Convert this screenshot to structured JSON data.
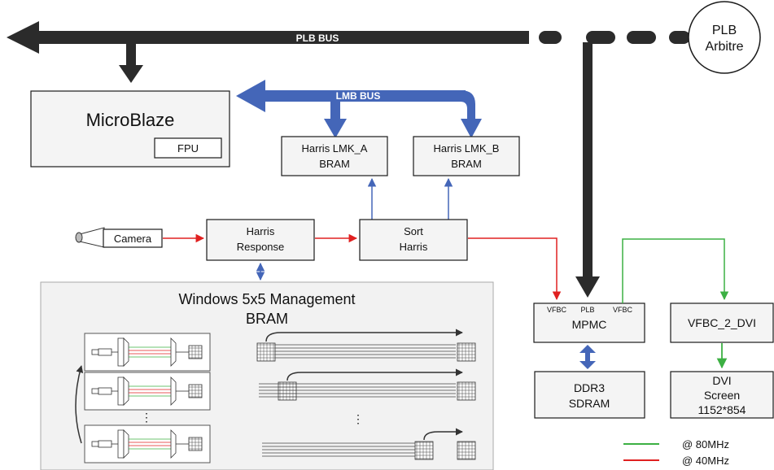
{
  "buses": {
    "plb": "PLB BUS",
    "lmb": "LMB BUS"
  },
  "arbiter": {
    "line1": "PLB",
    "line2": "Arbitre"
  },
  "blocks": {
    "microblaze": "MicroBlaze",
    "fpu": "FPU",
    "lmk_a": {
      "line1": "Harris LMK_A",
      "line2": "BRAM"
    },
    "lmk_b": {
      "line1": "Harris LMK_B",
      "line2": "BRAM"
    },
    "camera": "Camera",
    "harris_response": {
      "line1": "Harris",
      "line2": "Response"
    },
    "sort_harris": {
      "line1": "Sort",
      "line2": "Harris"
    },
    "windows": {
      "line1": "Windows 5x5 Management",
      "line2": "BRAM"
    },
    "mpmc": {
      "name": "MPMC",
      "port_left": "VFBC",
      "port_mid": "PLB",
      "port_right": "VFBC"
    },
    "vfbc_dvi": "VFBC_2_DVI",
    "ddr3": {
      "line1": "DDR3",
      "line2": "SDRAM"
    },
    "dvi": {
      "line1": "DVI",
      "line2": "Screen",
      "line3": "1152*854"
    }
  },
  "ellipsis": {
    "left": "⋮",
    "right": "⋮"
  },
  "legend": [
    {
      "label": "@ 80MHz",
      "color": "#3cb043"
    },
    {
      "label": "@ 40MHz",
      "color": "#e02020"
    }
  ],
  "colors": {
    "bus": "#2b2b2b",
    "lmb": "#4466b8",
    "clk80": "#3cb043",
    "clk40": "#e02020",
    "link": "#4466b8"
  }
}
